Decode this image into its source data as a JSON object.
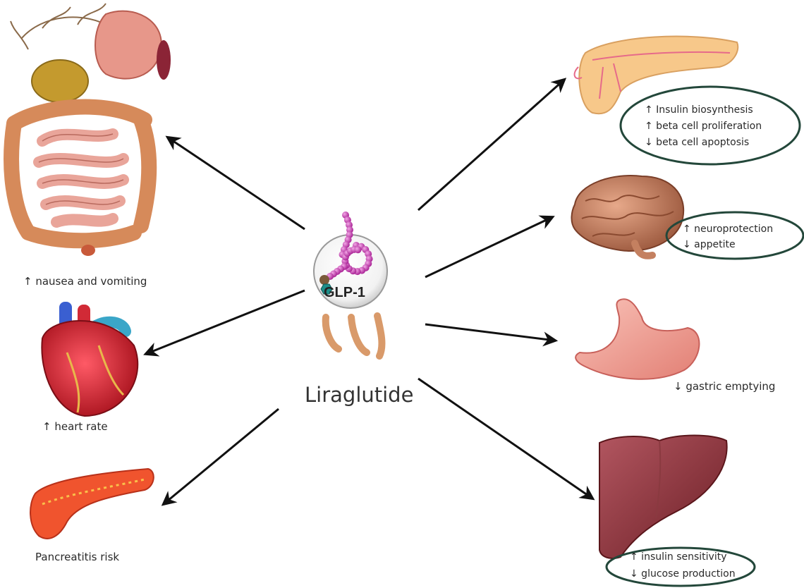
{
  "center": {
    "molecule_label": "GLP-1",
    "drug_label": "Liraglutide"
  },
  "effects": {
    "gut": {
      "text": "↑ nausea and vomiting",
      "organ_icon": "intestines-icon"
    },
    "heart": {
      "text": "↑ heart rate",
      "organ_icon": "heart-icon"
    },
    "pancreas_risk": {
      "text": "Pancreatitis risk",
      "organ_icon": "pancreas-icon"
    },
    "pancreas_islet": {
      "organ_icon": "pancreas-icon",
      "lines": [
        "↑ Insulin biosynthesis",
        "↑ beta cell proliferation",
        "↓ beta cell apoptosis"
      ]
    },
    "brain": {
      "organ_icon": "brain-icon",
      "lines": [
        "↑ neuroprotection",
        "↓ appetite"
      ]
    },
    "stomach": {
      "text": "↓ gastric emptying",
      "organ_icon": "stomach-icon"
    },
    "liver": {
      "organ_icon": "liver-icon",
      "lines": [
        "↑ insulin sensitivity",
        "↓ glucose production"
      ]
    }
  },
  "colors": {
    "ellipse_stroke": "#23473a",
    "arrow": "#111111",
    "peptide_bead": "#c43bb0",
    "terminal_bead": "#1d8f8a"
  }
}
